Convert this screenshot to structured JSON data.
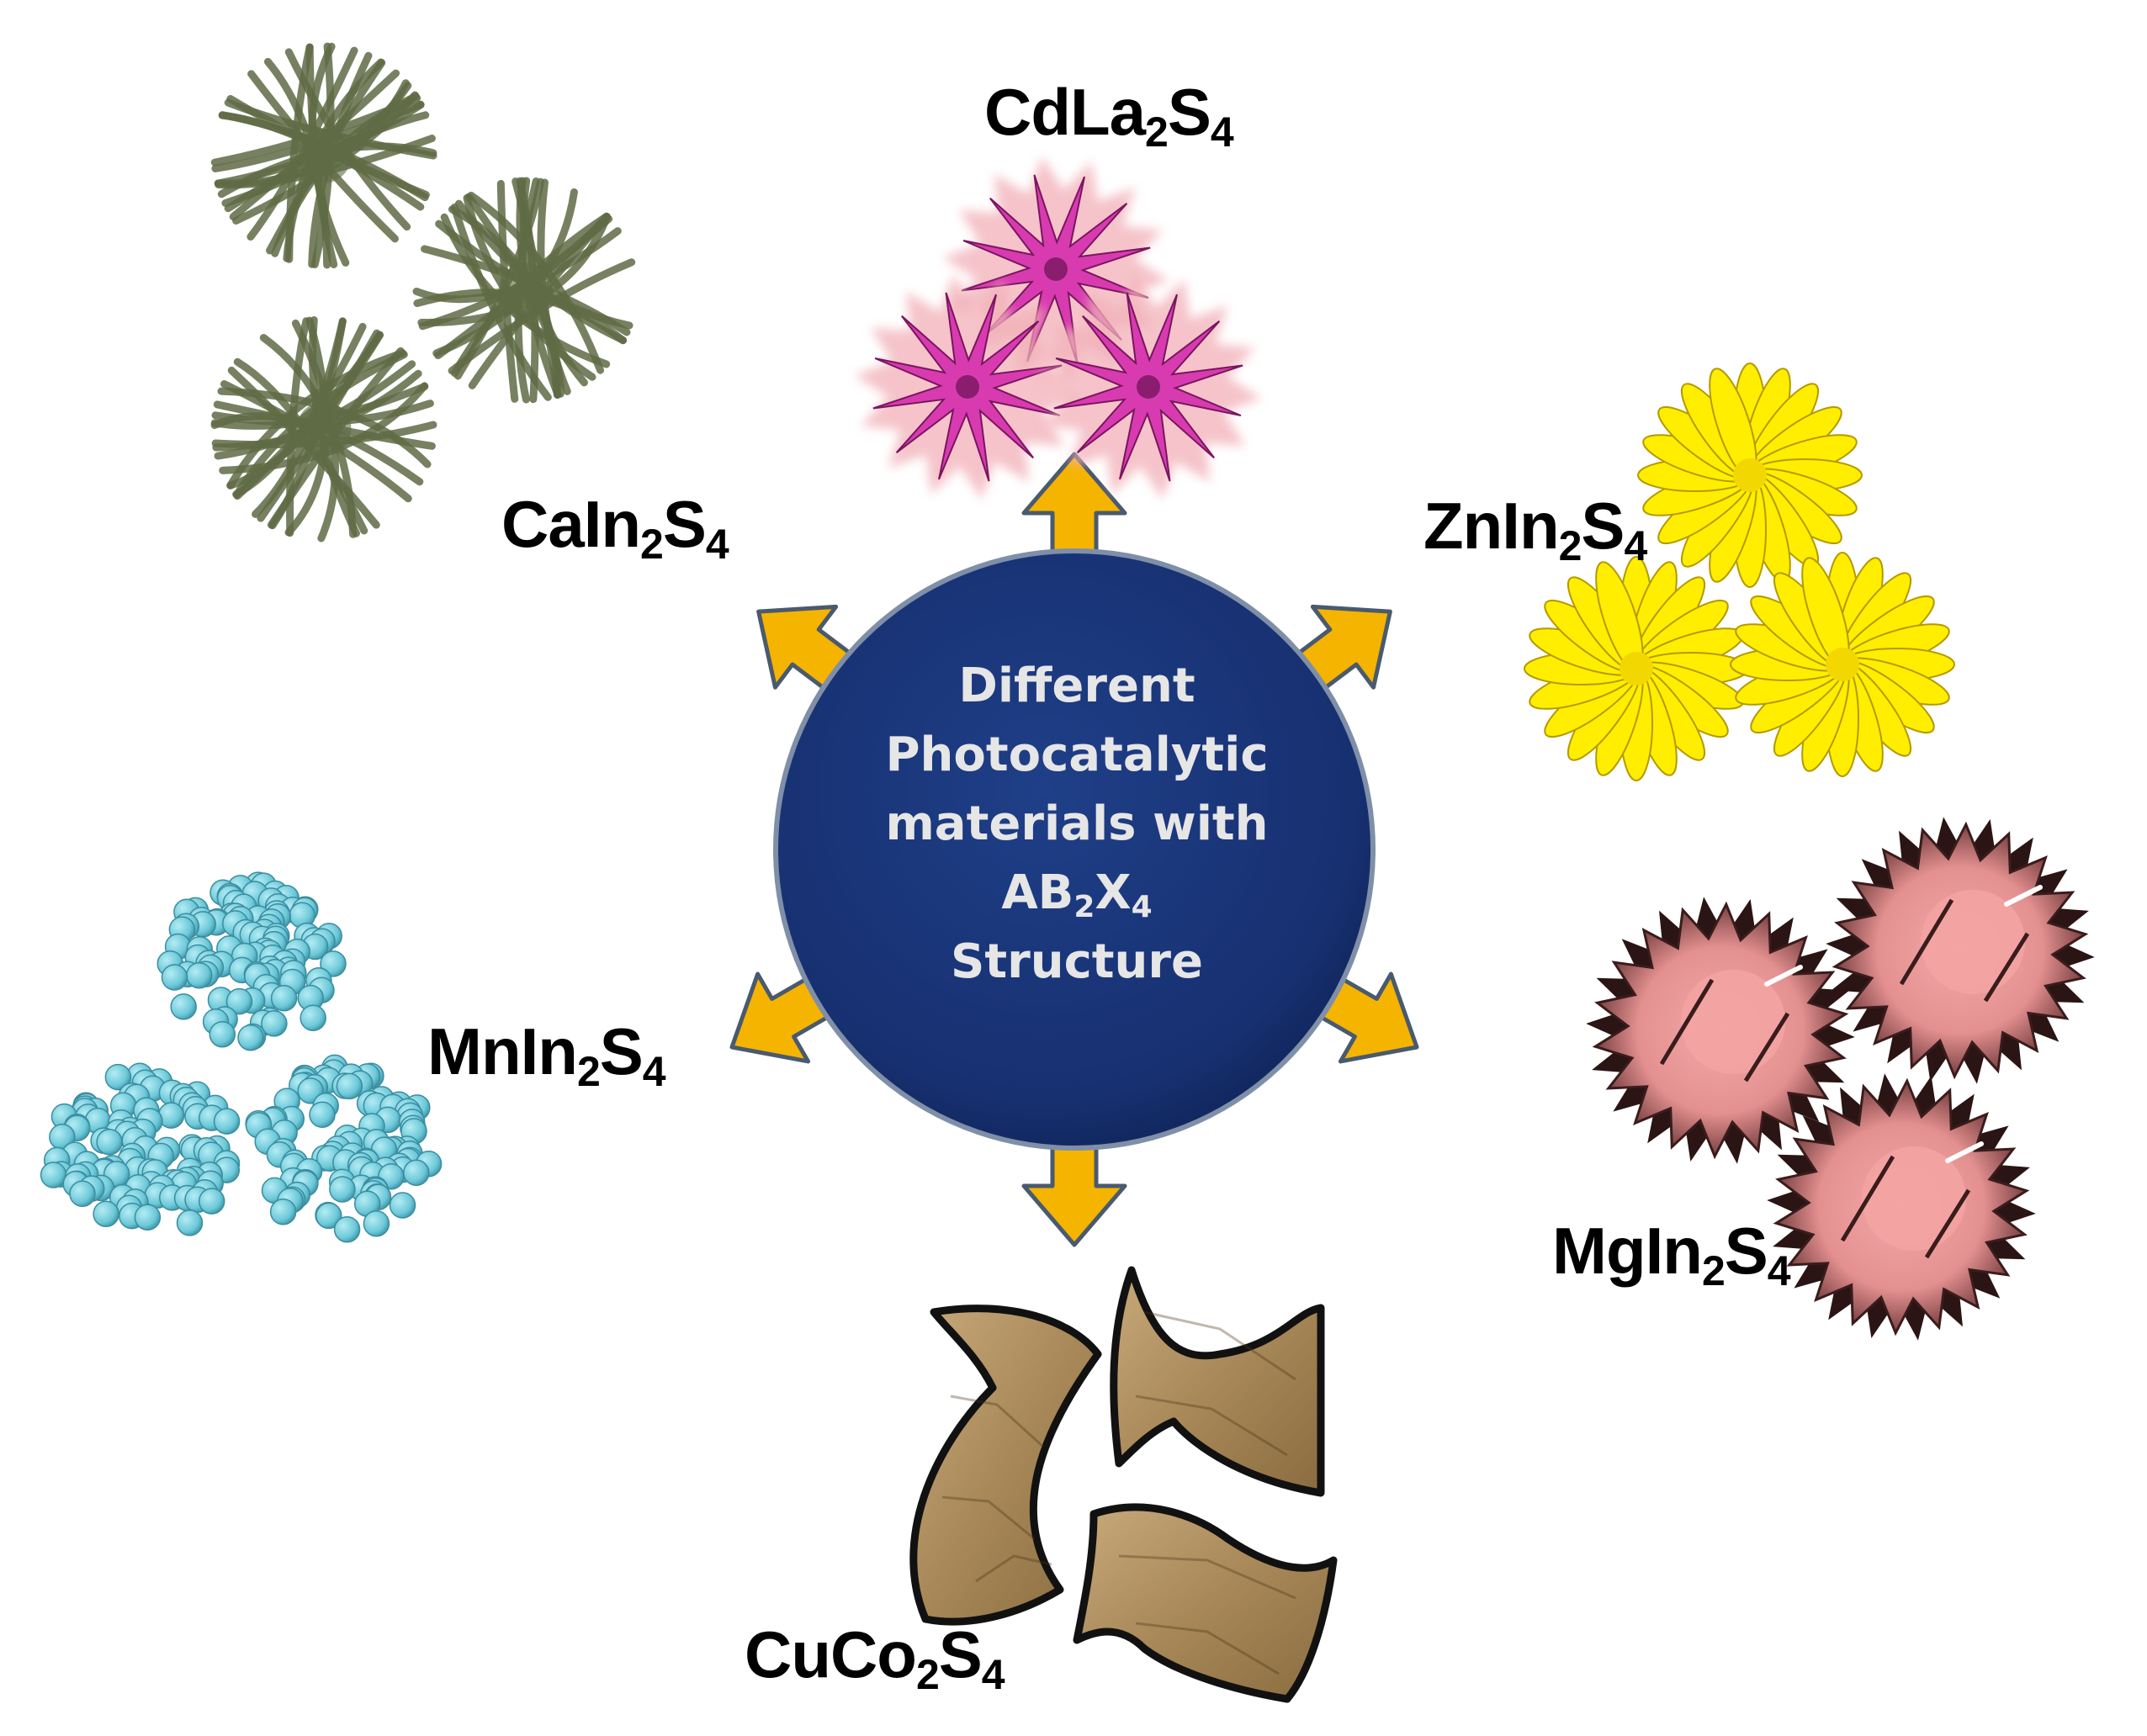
{
  "center": {
    "line1": "Different",
    "line2": "Photocatalytic",
    "line3": "materials with",
    "formula": {
      "a": "AB",
      "s1": "2",
      "b": "X",
      "s2": "4"
    },
    "line5": "Structure"
  },
  "materials": {
    "cain2s4": {
      "p1": "CaIn",
      "s1": "2",
      "p2": "S",
      "s2": "4"
    },
    "cdla2s4": {
      "p1": "CdLa",
      "s1": "2",
      "p2": "S",
      "s2": "4"
    },
    "znin2s4": {
      "p1": "ZnIn",
      "s1": "2",
      "p2": "S",
      "s2": "4"
    },
    "mgin2s4": {
      "p1": "MgIn",
      "s1": "2",
      "p2": "S",
      "s2": "4"
    },
    "cuco2s4": {
      "p1": "CuCo",
      "s1": "2",
      "p2": "S",
      "s2": "4"
    },
    "mnin2s4": {
      "p1": "MnIn",
      "s1": "2",
      "p2": "S",
      "s2": "4"
    }
  },
  "colors": {
    "circle": "#173070",
    "arrow": "#f5b400",
    "arrow_outline": "#4a5a6e",
    "cain2s4": "#5f6b45",
    "cdla2s4": "#d83bb0",
    "znin2s4": "#ffee00",
    "mgin2s4": "#e49a9a",
    "cuco2s4": "#a8895c",
    "mnin2s4": "#7ad3e2"
  }
}
